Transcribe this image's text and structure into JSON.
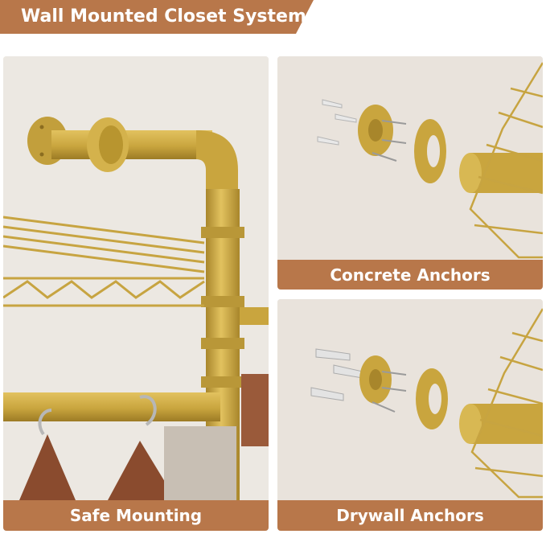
{
  "header": {
    "title": "Wall Mounted Closet System"
  },
  "panels": {
    "left": {
      "caption": "Safe Mounting"
    },
    "top_right": {
      "caption": "Concrete Anchors"
    },
    "bottom_right": {
      "caption": "Drywall Anchors"
    }
  },
  "colors": {
    "banner": "#b8774a",
    "gold": "#c9a53e",
    "panel_bg": "#ece7e0"
  }
}
